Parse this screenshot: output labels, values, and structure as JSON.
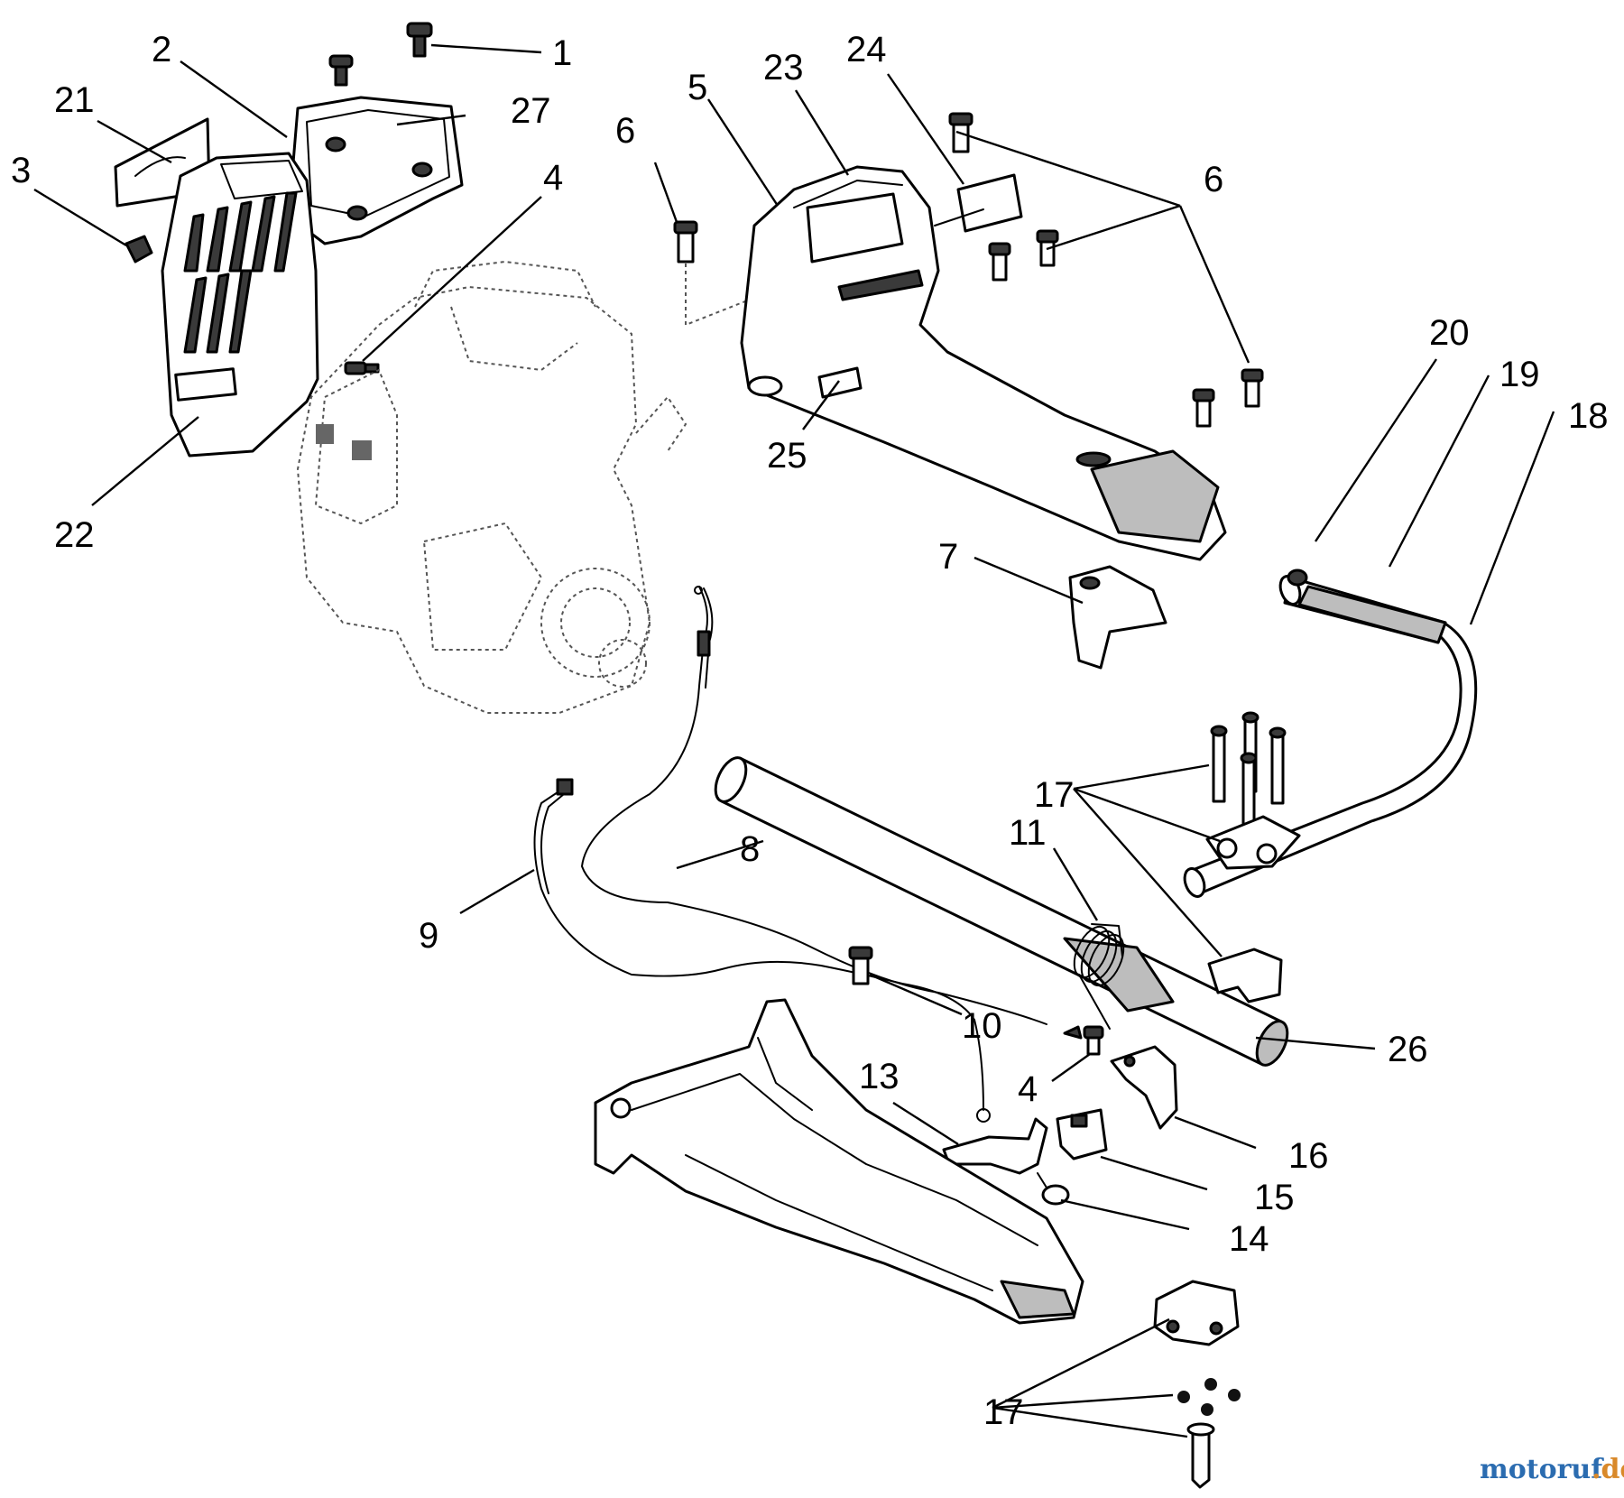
{
  "diagram": {
    "callouts": {
      "c1": "1",
      "c2": "2",
      "c3": "3",
      "c4a": "4",
      "c4b": "4",
      "c5": "5",
      "c6a": "6",
      "c6b": "6",
      "c7": "7",
      "c8": "8",
      "c9": "9",
      "c10": "10",
      "c11": "11",
      "c13": "13",
      "c14": "14",
      "c15": "15",
      "c16": "16",
      "c17a": "17",
      "c17b": "17",
      "c18": "18",
      "c19": "19",
      "c20": "20",
      "c21": "21",
      "c22": "22",
      "c23": "23",
      "c24": "24",
      "c25": "25",
      "c26": "26",
      "c27": "27"
    },
    "watermark": {
      "main": "motoruf",
      "suffix": ".de",
      "colors": [
        "#2b6cb0",
        "#d9892a"
      ]
    }
  }
}
